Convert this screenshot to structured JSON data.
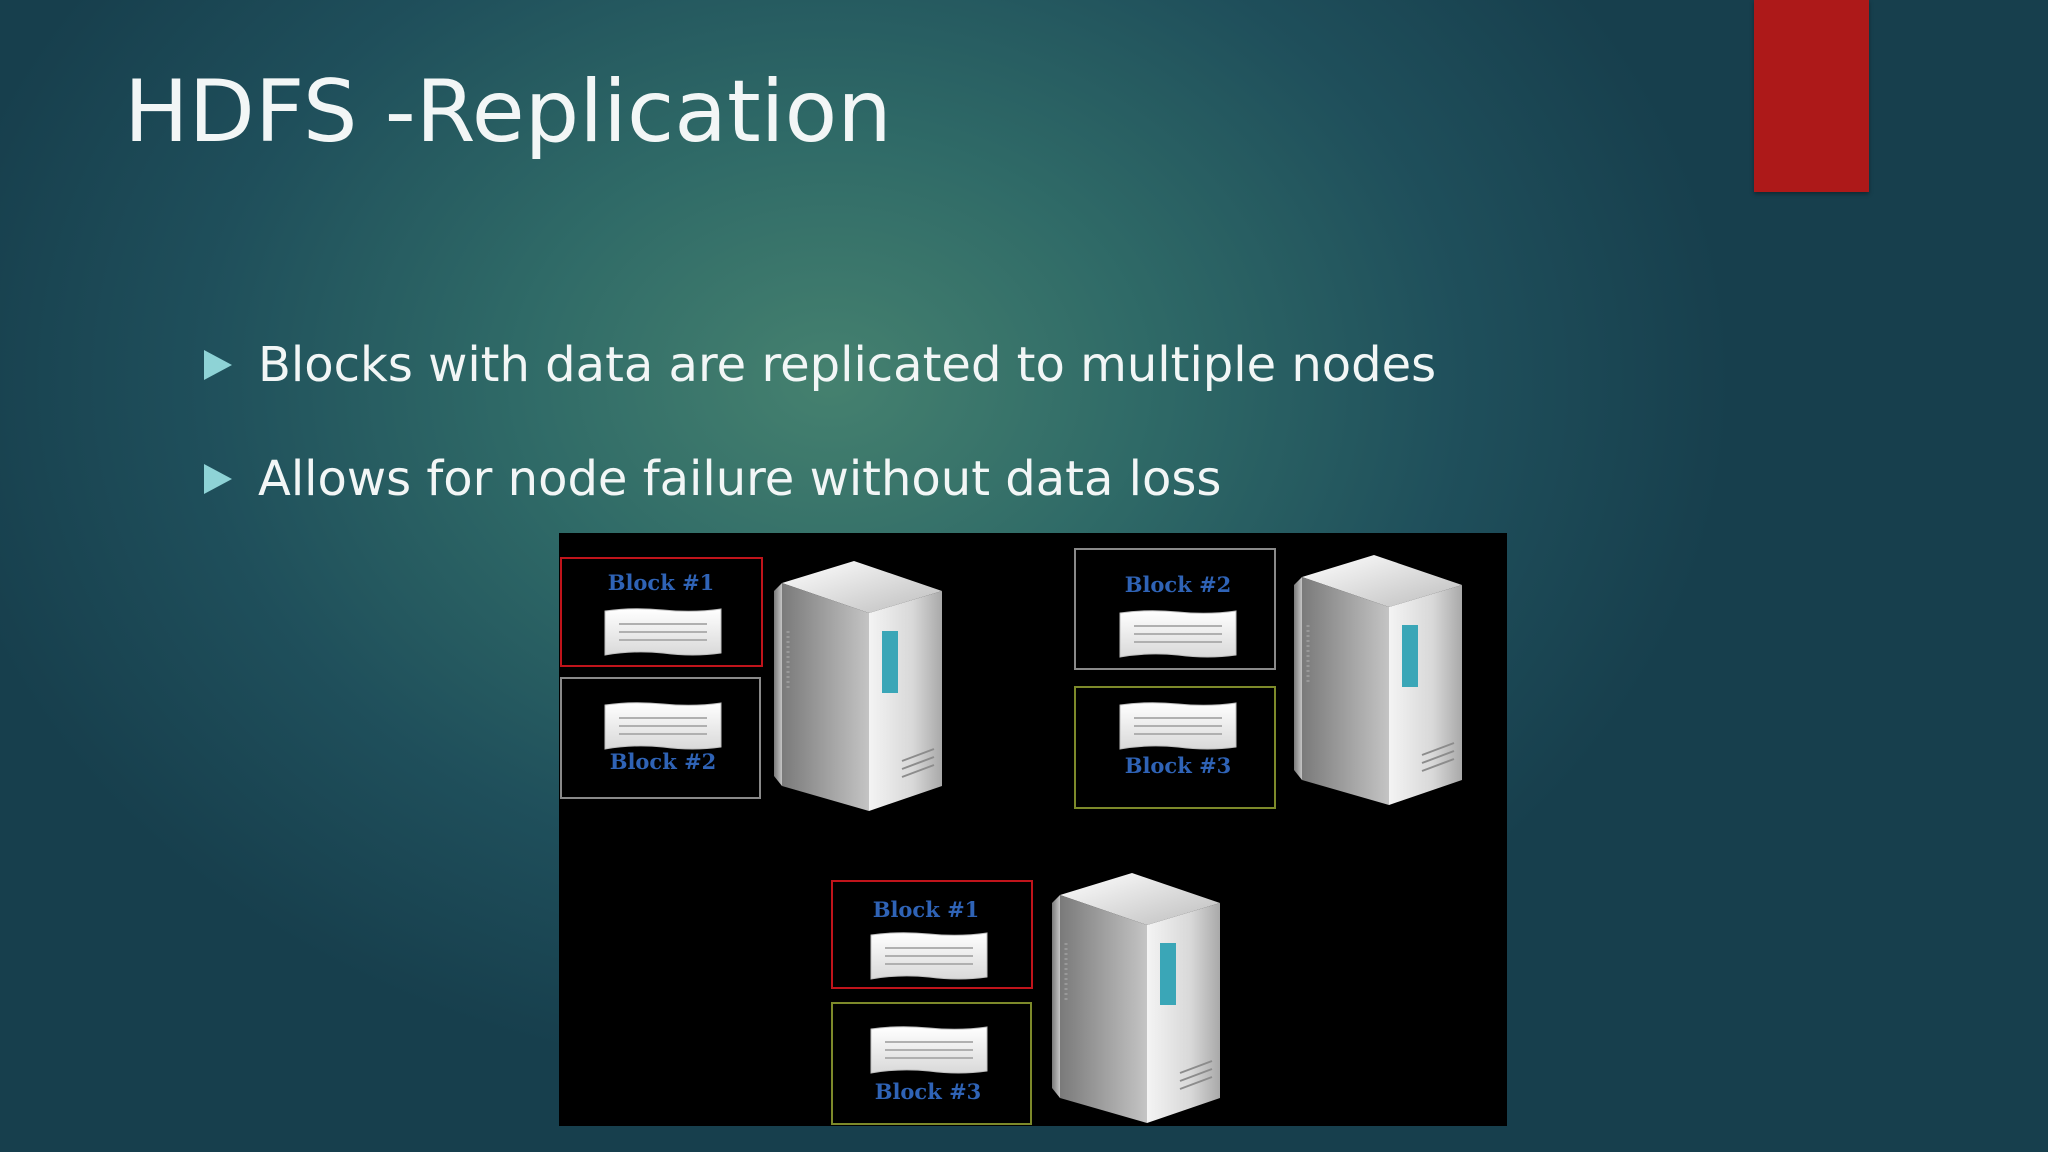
{
  "slide": {
    "title": "HDFS -Replication",
    "bullets": [
      {
        "text": "Blocks with data are replicated to multiple nodes"
      },
      {
        "text": "Allows for node failure without data loss"
      }
    ]
  },
  "diagram": {
    "nodes": [
      {
        "blocks": [
          {
            "label": "Block #1",
            "border": "#c0141b"
          },
          {
            "label": "Block #2",
            "border": "#8a8a8a"
          }
        ]
      },
      {
        "blocks": [
          {
            "label": "Block #2",
            "border": "#8a8a8a"
          },
          {
            "label": "Block #3",
            "border": "#7d8a2a"
          }
        ]
      },
      {
        "blocks": [
          {
            "label": "Block #1",
            "border": "#c0141b"
          },
          {
            "label": "Block #3",
            "border": "#7d8a2a"
          }
        ]
      }
    ]
  },
  "colors": {
    "accent": "#ad1919",
    "bullet_marker": "#8ed3d6",
    "block_label": "#2f63b6"
  }
}
